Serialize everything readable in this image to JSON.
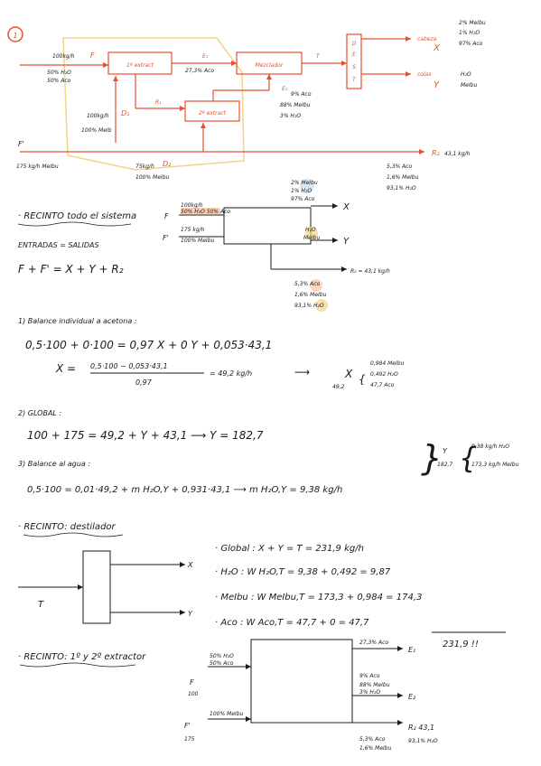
{
  "colors": {
    "ink": "#1a1a1a",
    "accent": "#e5502e",
    "highlight": "#f2d48a",
    "highlight_blue": "#bcd6ee",
    "highlight_orange": "#f2b48a"
  },
  "problem_number": "1",
  "flowsheet": {
    "feed_main": {
      "rate": "100kg/h",
      "label": "F",
      "comp1": "50% H₂O",
      "comp2": "50% Aco"
    },
    "extractor1": "1º extract",
    "E1": {
      "label": "E₁",
      "comp": "27,3% Aco"
    },
    "mixer": "Mezclador",
    "T": "T",
    "D": "D",
    "R1": "R₁",
    "D1": {
      "label": "D₁",
      "rate": "100kg/h",
      "comp": "100% MeIb"
    },
    "extractor2": "2º extract",
    "E2": {
      "label": "E₂",
      "comp1": "9% Aco",
      "comp2": "88% MeIbu",
      "comp3": "3% H₂O"
    },
    "F1": {
      "label": "F'",
      "rate": "175 kg/h MeIbu"
    },
    "D2": {
      "label": "D₂",
      "rate": "75kg/h",
      "comp": "100% MeIbu"
    },
    "column": [
      "D",
      "E",
      "S",
      "T"
    ],
    "X": {
      "name": "cabeza",
      "symbol": "X",
      "comp1": "2% MeIbu",
      "comp2": "1% H₂O",
      "comp3": "97% Aco"
    },
    "Y": {
      "name": "colas",
      "symbol": "Y",
      "comp1": "H₂O",
      "comp2": "MeIbu"
    },
    "R2": {
      "label": "R₂",
      "rate": "43,1 kg/h",
      "comp1": "5,3% Aco",
      "comp2": "1,6% MeIbu",
      "comp3": "93,1% H₂O"
    }
  },
  "section1": {
    "title": "· RECINTO todo el sistema",
    "entradas": "ENTRADAS = SALIDAS",
    "equation": "F + F' = X + Y + R₂",
    "diagram": {
      "F": "F",
      "F1": "F'",
      "f_rate": "100kg/h",
      "f_comp": "50% H₂O 50% Aco",
      "f1_rate": "175 kg/h",
      "f1_comp": "100% MeIbu",
      "x_comp1": "2% MeIbu",
      "x_comp2": "1% H₂O",
      "x_comp3": "97% Aco",
      "x": "X",
      "y_comp1": "H₂O",
      "y_comp2": "MeIbu",
      "y": "Y",
      "r2": "R₂ = 43,1 kg/h",
      "r2_comp1": "5,3% Aco",
      "r2_comp2": "1,6% MeIbu",
      "r2_comp3": "93,1% H₂O"
    }
  },
  "balance1": {
    "title": "1) Balance individual a acetona :",
    "line1": "0,5·100 + 0·100 = 0,97 X + 0 Y + 0,053·43,1",
    "x_eq": "X =",
    "num": "0,5·100 − 0,053·43,1",
    "den": "0,97",
    "result": "= 49,2 kg/h",
    "arrow": "⟶",
    "x_sym": "X",
    "x_val": "49,2",
    "x_comp1": "0,984 MeIbu",
    "x_comp2": "0,492 H₂O",
    "x_comp3": "47,7 Aco"
  },
  "balance2": {
    "title": "2) GLOBAL :",
    "line": "100 + 175 = 49,2 + Y + 43,1  ⟶  Y = 182,7"
  },
  "balance3": {
    "title": "3) Balance al agua :",
    "line": "0,5·100 = 0,01·49,2 + m H₂O,Y + 0,931·43,1 ⟶ m H₂O,Y = 9,38 kg/h",
    "y_sym": "Y",
    "y_val": "182,7",
    "y_comp1": "9,38 kg/h H₂O",
    "y_comp2": "173,3 kg/h MeIbu"
  },
  "section2": {
    "title": "· RECINTO: destilador",
    "T": "T",
    "X": "X",
    "Y": "Y",
    "global": "· Global :  X + Y = T = 231,9 kg/h",
    "h2o": "· H₂O :  W H₂O,T = 9,38 + 0,492 = 9,87",
    "meibu": "· MeIbu :  W MeIbu,T = 173,3 + 0,984 = 174,3",
    "aco": "· Aco :  W Aco,T = 47,7 + 0 = 47,7",
    "total": "231,9 !!"
  },
  "section3": {
    "title": "· RECINTO: 1º y 2º extractor",
    "F": "F",
    "F_rate": "100",
    "F_comp1": "50% H₂O",
    "F_comp2": "50% Aco",
    "F1": "F'",
    "F1_rate": "175",
    "F1_comp": "100% MeIbu",
    "E1": "E₁",
    "E1_comp": "27,3% Aco",
    "E2": "E₂",
    "E2_comp1": "9% Aco",
    "E2_comp2": "88% MeIbu",
    "E2_comp3": "3% H₂O",
    "R2": "R₂ 43,1",
    "R2_comp1": "5,3% Aco",
    "R2_comp2": "1,6% MeIbu",
    "R2_comp3": "93,1% H₂O"
  }
}
